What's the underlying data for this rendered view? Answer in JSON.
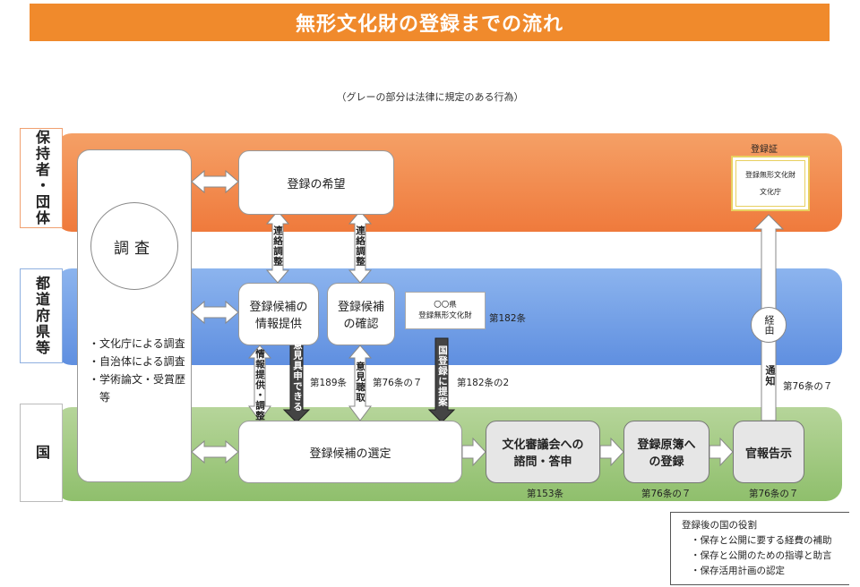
{
  "title": "無形文化財の登録までの流れ",
  "note": "（グレーの部分は法律に規定のある行為）",
  "rows": {
    "holder": "保持者・団体",
    "pref": "都道府県等",
    "nation": "国"
  },
  "survey": {
    "title": "調査",
    "items": [
      "・文化庁による調査",
      "・自治体による調査",
      "・学術論文・受賞歴",
      "等"
    ]
  },
  "boxes": {
    "wish": "登録の希望",
    "info": "登録候補の情報提供",
    "confirm": "登録候補の確認",
    "select": "登録候補の選定",
    "council": "文化審議会への諮問・答申",
    "register": "登録原簿への登録",
    "gazette": "官報告示"
  },
  "arrows": {
    "contact1": "連絡調整",
    "contact2": "連絡調整",
    "info_adjust": "情報提供・調整",
    "opinion_can": "意見具申できる",
    "opinion_hear": "意見聴取",
    "proposal": "国登録に提案",
    "notify": "通知",
    "via": "経由"
  },
  "articles": {
    "a182": "第182条",
    "a189": "第189条",
    "a76_7a": "第76条の７",
    "a182_2": "第182条の2",
    "a76_7b": "第76条の７",
    "a153": "第153条",
    "a76_7c": "第76条の７",
    "a76_7d": "第76条の７"
  },
  "certificate": {
    "label": "登録証",
    "line1": "登録無形文化財",
    "line2": "文化庁"
  },
  "mini_cert": {
    "line1": "〇〇県",
    "line2": "登録無形文化財"
  },
  "roles": {
    "title": "登録後の国の役割",
    "items": [
      "・保存と公開に要する経費の補助",
      "・保存と公開のための指導と助言",
      "・保存活用計画の認定"
    ]
  },
  "colors": {
    "title": "#f08a2c",
    "holder_band": "#ef7a3c",
    "pref_band": "#5f8fe0",
    "nation_band": "#8fbf6c"
  }
}
